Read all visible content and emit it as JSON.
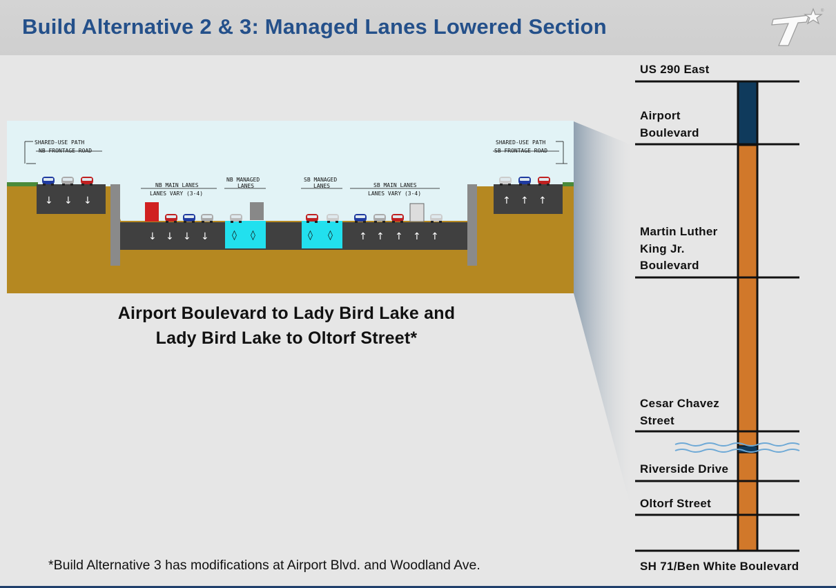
{
  "header": {
    "title": "Build Alternative 2 & 3: Managed Lanes Lowered Section"
  },
  "cross_section": {
    "left_path_label": "SHARED-USE PATH",
    "left_road_label": "NB FRONTAGE ROAD",
    "nb_main_label": "NB MAIN LANES",
    "nb_main_sub": "LANES VARY (3-4)",
    "nb_managed_label_1": "NB MANAGED",
    "nb_managed_label_2": "LANES",
    "sb_managed_label_1": "SB MANAGED",
    "sb_managed_label_2": "LANES",
    "sb_main_label": "SB MAIN LANES",
    "sb_main_sub": "LANES VARY (3-4)",
    "right_path_label": "SHARED-USE PATH",
    "right_road_label": "SB FRONTAGE ROAD"
  },
  "caption": {
    "line1": "Airport Boulevard to Lady Bird Lake and",
    "line2": "Lady Bird Lake to Oltorf Street*"
  },
  "footnote": "*Build Alternative 3 has modifications at Airport Blvd. and Woodland Ave.",
  "strip_map": {
    "labels": {
      "us290": "US 290 East",
      "airport": [
        "Airport",
        "Boulevard"
      ],
      "mlk": [
        "Martin Luther",
        "King Jr.",
        "Boulevard"
      ],
      "cesar": [
        "Cesar Chavez",
        "Street"
      ],
      "riverside": "Riverside Drive",
      "oltorf": "Oltorf Street",
      "sh71": "SH 71/Ben White Boulevard"
    },
    "colors": {
      "elevated": "#0f3a5c",
      "lowered": "#d1782a",
      "water": "#6ea9d6"
    }
  },
  "colors": {
    "title": "#24508a",
    "sky": "#e2f3f6",
    "ground": "#b58821",
    "wall": "#404040",
    "managed": "#22e0ee"
  }
}
